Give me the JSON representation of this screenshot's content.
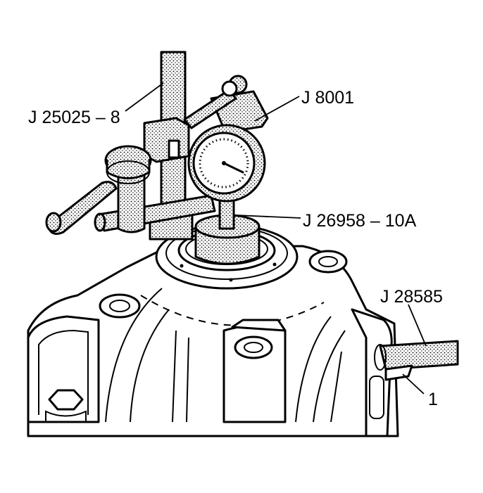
{
  "callouts": {
    "stand": "J 25025 – 8",
    "dial_indicator": "J 8001",
    "gauge_plug": "J 26958 – 10A",
    "bar": "J 28585",
    "item_1": "1"
  },
  "colors": {
    "ink": "#000000",
    "stipple": "#b8b8b8",
    "paper": "#ffffff"
  }
}
